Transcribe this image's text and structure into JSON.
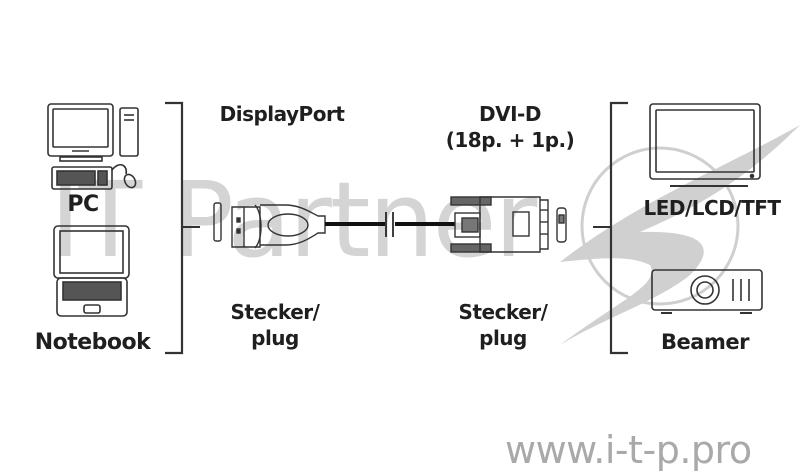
{
  "diagram": {
    "left_devices": [
      {
        "label": "PC",
        "icon": "desktop-pc-icon"
      },
      {
        "label": "Notebook",
        "icon": "laptop-icon"
      }
    ],
    "right_devices": [
      {
        "label": "LED/LCD/TFT",
        "icon": "monitor-icon"
      },
      {
        "label": "Beamer",
        "icon": "projector-icon"
      }
    ],
    "cable": {
      "left_connector": {
        "title": "DisplayPort",
        "type_line1": "Stecker/",
        "type_line2": "plug"
      },
      "right_connector": {
        "title": "DVI-D",
        "subtitle": "(18p. + 1p.)",
        "type_line1": "Stecker/",
        "type_line2": "plug"
      }
    }
  },
  "watermark": {
    "text": "IT Partner",
    "url": "www.i-t-p.pro",
    "color": "#d4d4d4"
  },
  "colors": {
    "line": "#333333",
    "text": "#1f1f1f",
    "background": "#ffffff"
  }
}
